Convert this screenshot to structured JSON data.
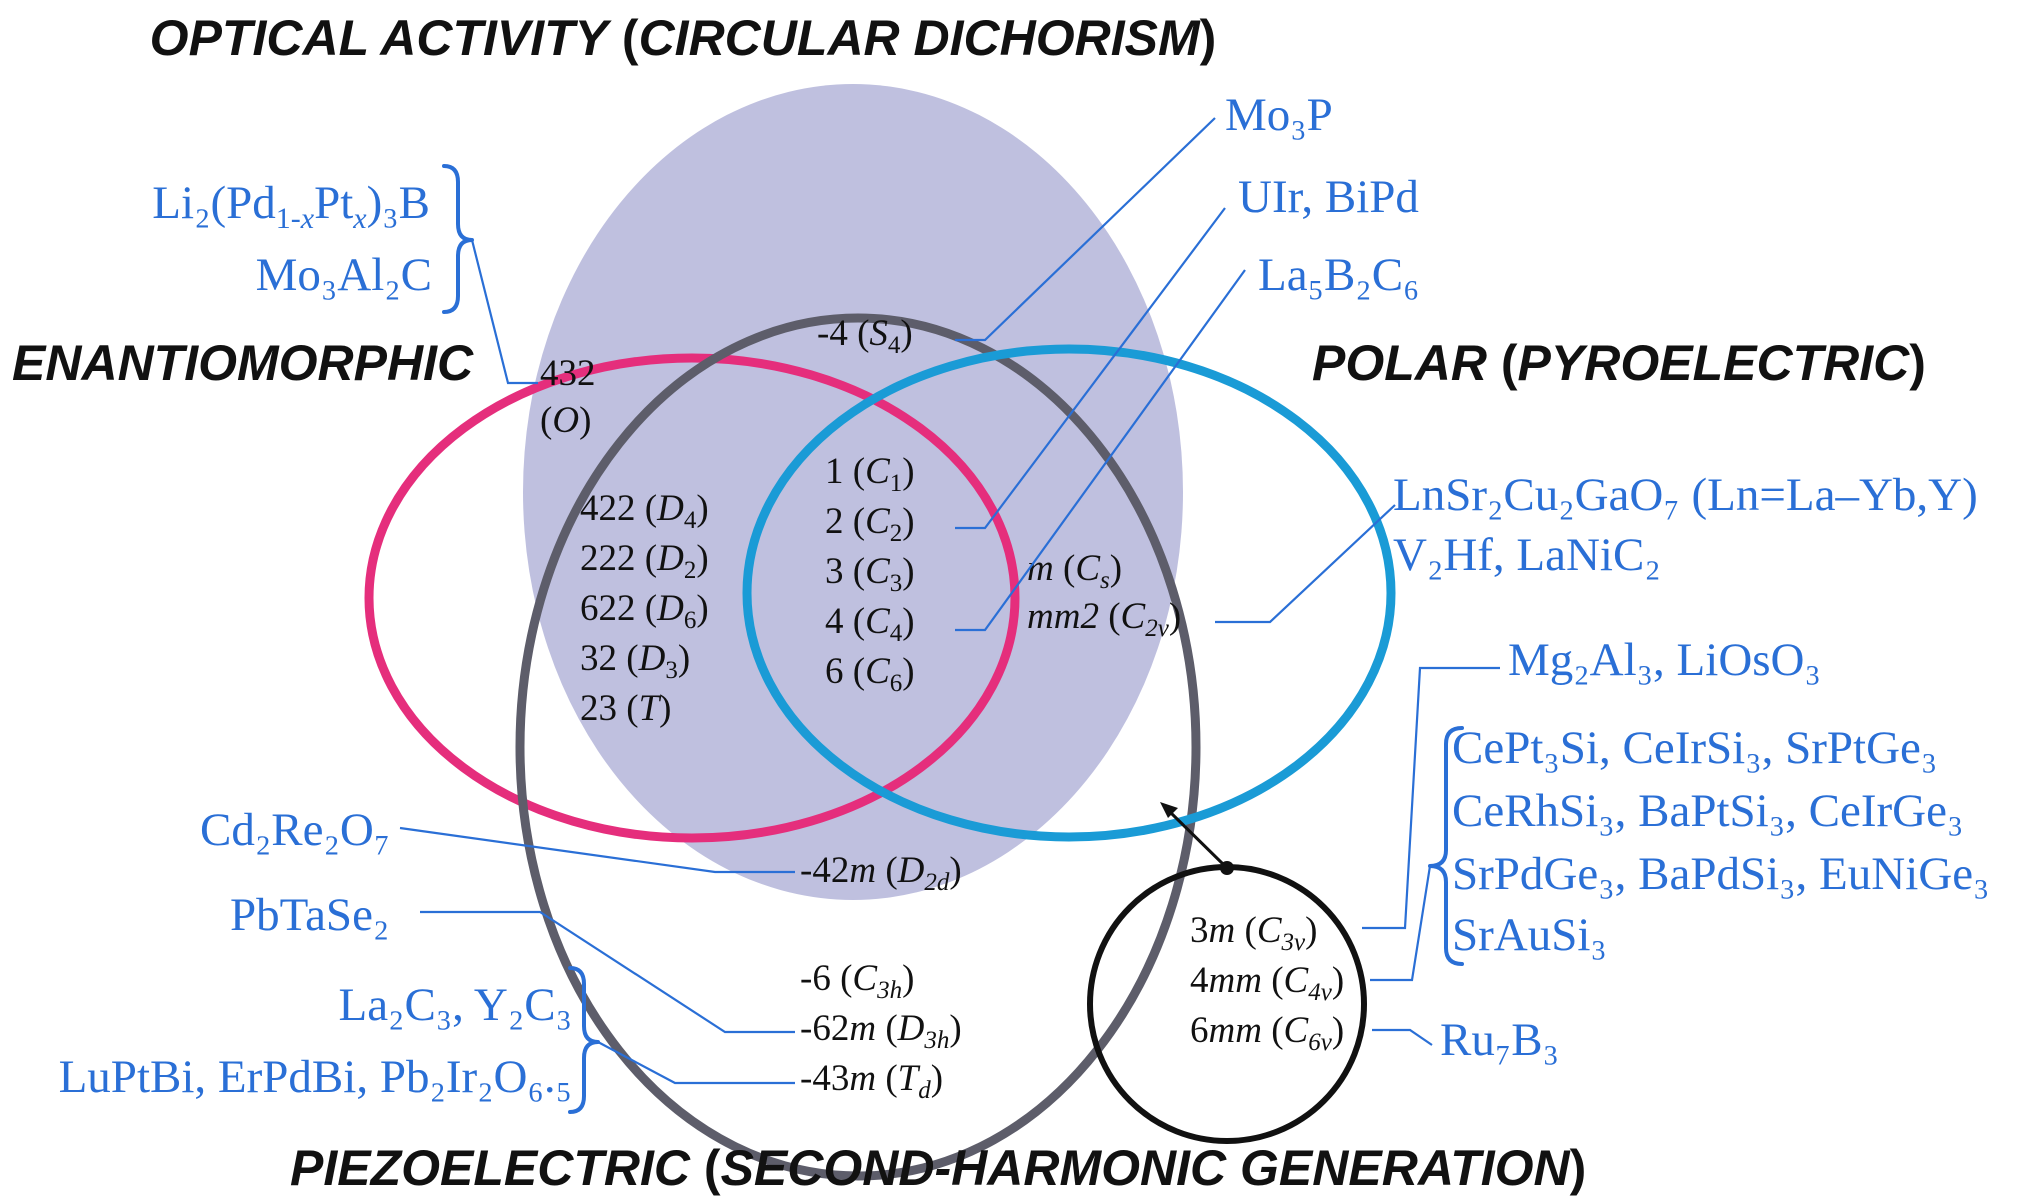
{
  "headings": {
    "optical": {
      "main": "OPTICAL ACTIVITY",
      "paren": "CIRCULAR DICHORISM"
    },
    "enantiomorphic": "ENANTIOMORPHIC",
    "polar": {
      "main": "POLAR",
      "paren": "PYROELECTRIC"
    },
    "piezo": {
      "main": "PIEZOELECTRIC",
      "paren": "SECOND-HARMONIC GENERATION"
    }
  },
  "colors": {
    "optical_fill": "#bfc0df",
    "enantiomorphic_ring": "#e52e7c",
    "polar_ring": "#1a9bd6",
    "piezo_ring": "#5d5d6a",
    "polar_sub_ring": "#111111",
    "material_text": "#2a6fd6"
  },
  "point_groups": {
    "o432": {
      "hm": "432",
      "sch": "O"
    },
    "d4": {
      "hm": "422",
      "sch": "D",
      "sub": "4"
    },
    "d2": {
      "hm": "222",
      "sch": "D",
      "sub": "2"
    },
    "d6": {
      "hm": "622",
      "sch": "D",
      "sub": "6"
    },
    "d3": {
      "hm": "32",
      "sch": "D",
      "sub": "3"
    },
    "t": {
      "hm": "23",
      "sch": "T"
    },
    "s4": {
      "hm": "-4",
      "sch": "S",
      "sub": "4"
    },
    "c1": {
      "hm": "1",
      "sch": "C",
      "sub": "1"
    },
    "c2": {
      "hm": "2",
      "sch": "C",
      "sub": "2"
    },
    "c3": {
      "hm": "3",
      "sch": "C",
      "sub": "3"
    },
    "c4": {
      "hm": "4",
      "sch": "C",
      "sub": "4"
    },
    "c6": {
      "hm": "6",
      "sch": "C",
      "sub": "6"
    },
    "cs": {
      "hm": "m",
      "sch": "C",
      "sub": "s"
    },
    "c2v": {
      "hm": "mm2",
      "sch": "C",
      "sub": "2v"
    },
    "d2d": {
      "hm_num": "-42",
      "hm_it": "m",
      "sch": "D",
      "sub": "2d"
    },
    "c3h": {
      "hm": "-6",
      "sch": "C",
      "sub": "3h"
    },
    "d3h": {
      "hm_num": "-62",
      "hm_it": "m",
      "sch": "D",
      "sub": "3h"
    },
    "td": {
      "hm_num": "-43",
      "hm_it": "m",
      "sch": "T",
      "sub": "d"
    },
    "c3v": {
      "hm_num": "3",
      "hm_it": "m",
      "sch": "C",
      "sub": "3v"
    },
    "c4v": {
      "hm_num": "4",
      "hm_it": "mm",
      "sch": "C",
      "sub": "4v"
    },
    "c6v": {
      "hm_num": "6",
      "hm_it": "mm",
      "sch": "C",
      "sub": "6v"
    }
  },
  "materials": {
    "mo3p": "Mo₃P",
    "uir_bipd": "UIr, BiPd",
    "la5b2c6": "La₅B₂C₆",
    "li2pdptb": {
      "pre": "Li₂(Pd",
      "s1": "1-",
      "x1": "x",
      "mid": "Pt",
      "x2": "x",
      "post": ")₃B"
    },
    "mo3al2c": "Mo₃Al₂C",
    "lnsr": "LnSr₂Cu₂GaO₇ (Ln=La–Yb,Y)",
    "v2hf": "V₂Hf, LaNiC₂",
    "mg2al3": "Mg₂Al₃, LiOsO₃",
    "c4v_list": [
      "CePt₃Si, CeIrSi₃, SrPtGe₃",
      "CeRhSi₃, BaPtSi₃, CeIrGe₃",
      "SrPdGe₃, BaPdSi₃, EuNiGe₃",
      "SrAuSi₃"
    ],
    "ru7b3": "Ru₇B₃",
    "cd2re2o7": "Cd₂Re₂O₇",
    "pbtase2": "PbTaSe₂",
    "la2c3": "La₂C₃, Y₂C₃",
    "luptbi": "LuPtBi, ErPdBi, Pb₂Ir₂O₆.₅"
  }
}
